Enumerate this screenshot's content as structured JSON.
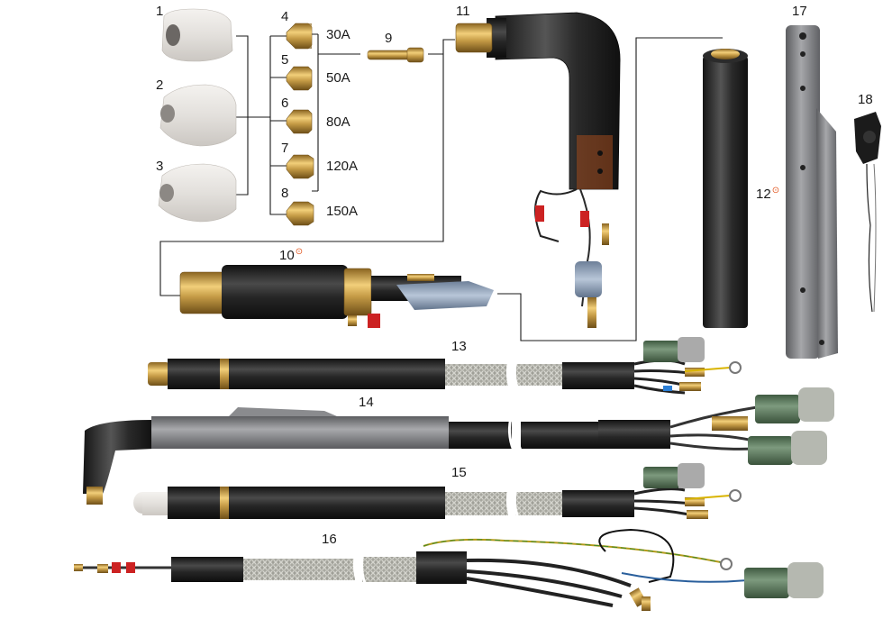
{
  "labels": {
    "p1": "1",
    "p2": "2",
    "p3": "3",
    "p4": "4",
    "p5": "5",
    "p6": "6",
    "p7": "7",
    "p8": "8",
    "p9": "9",
    "p10": "10",
    "p11": "11",
    "p12": "12",
    "p13": "13",
    "p14": "14",
    "p15": "15",
    "p16": "16",
    "p17": "17",
    "p18": "18"
  },
  "currents": {
    "a30": "30A",
    "a50": "50A",
    "a80": "80A",
    "a120": "120A",
    "a150": "150A"
  },
  "marker_symbol": "⊙",
  "colors": {
    "ceramic": "#e6e3df",
    "brass": "#c49a45",
    "body_black": "#222222",
    "sleeve_grey": "#7c7d80",
    "braid": "#b0b0a8",
    "connector_green": "#5d7a5e",
    "marker": "#e2541c"
  }
}
